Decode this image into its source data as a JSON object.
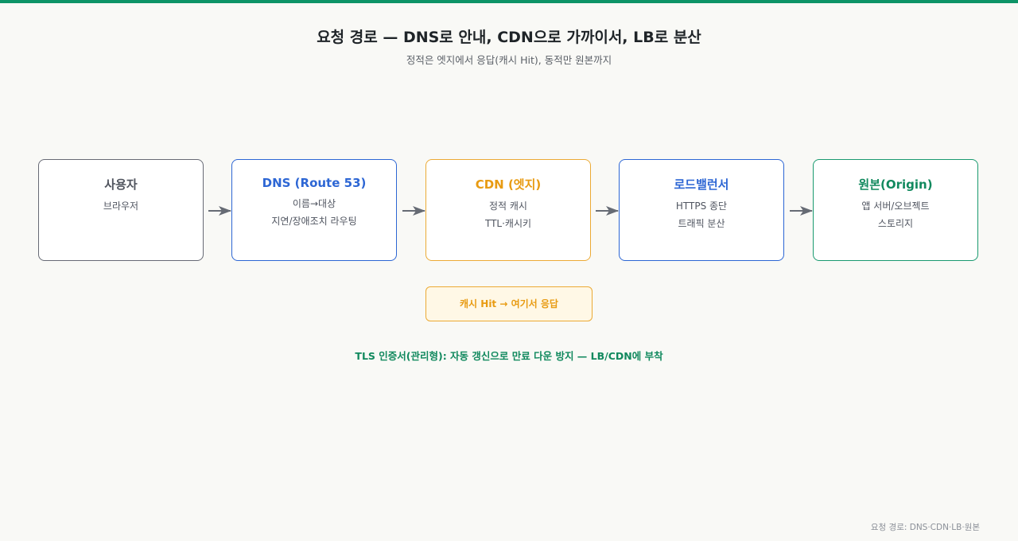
{
  "header": {
    "title": "요청 경로 — DNS로 안내, CDN으로 가까이서, LB로 분산",
    "subtitle": "정적은 엣지에서 응답(캐시 Hit), 동적만 원본까지"
  },
  "nodes": [
    {
      "name": "사용자",
      "lines": [
        "브라우저"
      ]
    },
    {
      "name": "DNS (Route 53)",
      "lines": [
        "이름→대상",
        "지연/장애조치 라우팅"
      ]
    },
    {
      "name": "CDN (엣지)",
      "lines": [
        "정적 캐시",
        "TTL·캐시키"
      ]
    },
    {
      "name": "로드밸런서",
      "lines": [
        "HTTPS 종단",
        "트래픽 분산"
      ]
    },
    {
      "name": "원본(Origin)",
      "lines": [
        "앱 서버/오브젝트",
        "스토리지"
      ]
    }
  ],
  "cache_hit": {
    "label": "캐시 Hit → 여기서 응답"
  },
  "tls_note": "TLS 인증서(관리형): 자동 갱신으로 만료 다운 방지 — LB/CDN에 부착",
  "footer": "요청 경로: DNS·CDN·LB·원본",
  "colors": {
    "accent_green": "#0e9467",
    "dns_blue": "#2d66d4",
    "cdn_orange": "#ecaa35",
    "user_gray": "#676a75",
    "origin_green": "#1a9a70"
  }
}
